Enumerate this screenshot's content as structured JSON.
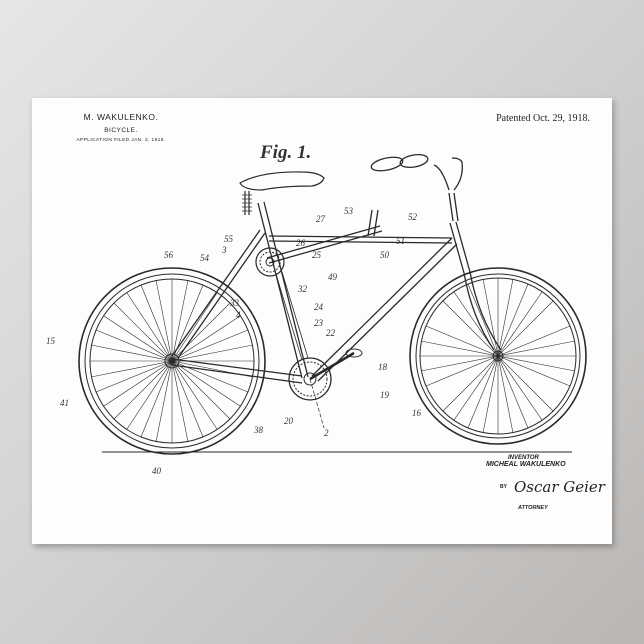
{
  "header": {
    "inventor_short": "M. WAKULENKO.",
    "title": "BICYCLE.",
    "filed": "APPLICATION FILED JAN. 2, 1918.",
    "patented": "Patented Oct. 29, 1918."
  },
  "figure": {
    "label": "Fig. 1.",
    "reference_numbers": [
      "56",
      "54",
      "55",
      "3",
      "27",
      "26",
      "25",
      "53",
      "52",
      "51",
      "50",
      "49",
      "32",
      "33",
      "4",
      "24",
      "23",
      "22",
      "15",
      "41",
      "38",
      "20",
      "2",
      "40",
      "18",
      "19",
      "16"
    ]
  },
  "signature_block": {
    "inventor_label": "INVENTOR",
    "inventor_name": "MICHEAL WAKULENKO",
    "by": "BY",
    "attorney_signature": "Oscar Geier",
    "attorney_label": "ATTORNEY"
  },
  "colors": {
    "backdrop": "#d2d0cf",
    "paper": "#fdfdfd",
    "ink": "#222222"
  }
}
